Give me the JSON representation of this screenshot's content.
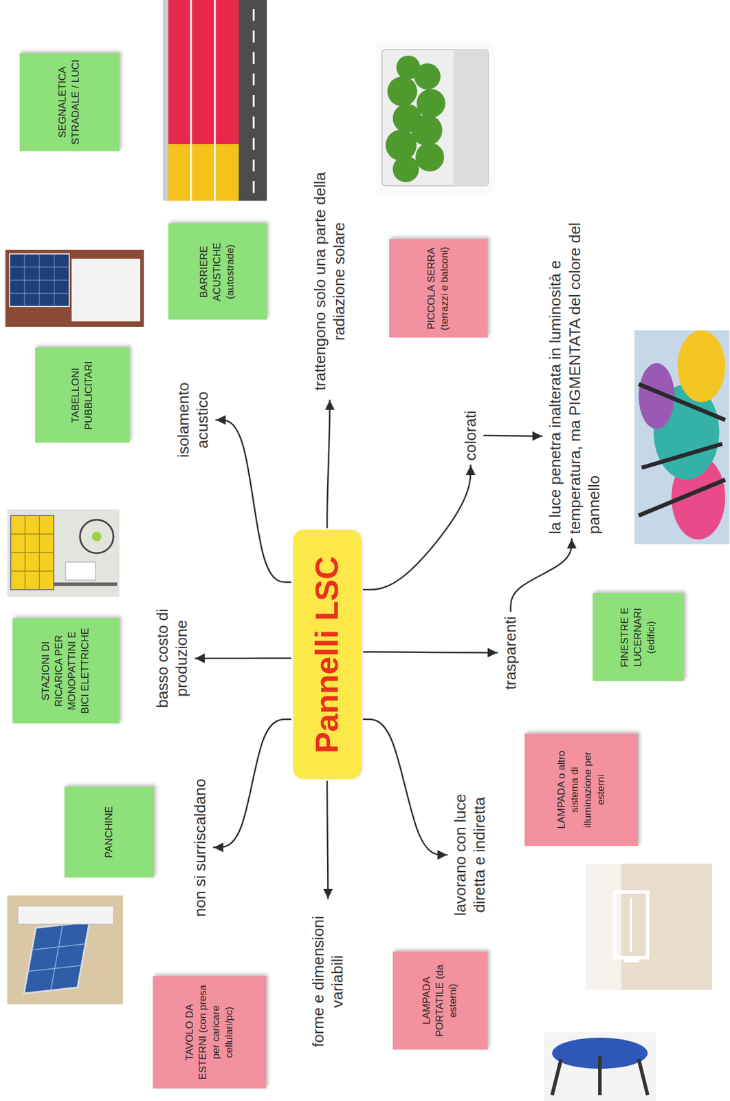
{
  "diagram": {
    "nodes": [
      {
        "text": [
          "Pannelli LSC"
        ]
      },
      {
        "text": [
          "isolamento acustico"
        ]
      },
      {
        "text": [
          "trattengono solo una parte della radiazione solare"
        ]
      },
      {
        "text": [
          "colorati"
        ]
      },
      {
        "text": [
          "la luce penetra inalterata in luminosità e temperatura, ma PIGMENTATA del colore del pannello"
        ]
      },
      {
        "text": [
          "trasparenti"
        ]
      },
      {
        "text": [
          "basso costo di produzione"
        ]
      },
      {
        "text": [
          "non si surriscaldano"
        ]
      },
      {
        "text": [
          "forme e dimensioni variabili"
        ]
      },
      {
        "text": [
          "lavorano con luce diretta e indiretta"
        ]
      },
      {
        "text": [
          "SEGNALETICA STRADALE / LUCI"
        ]
      },
      {
        "text": [
          "TABELLONI PUBBLICITARI"
        ]
      },
      {
        "text": [
          "BARRIERE ACUSTICHE (autostrade)"
        ]
      },
      {
        "text": [
          "STAZIONI DI RICARICA PER MONOPATTINI E BICI ELETTRICHE"
        ]
      },
      {
        "text": [
          "PANCHINE"
        ]
      },
      {
        "text": [
          "TAVOLO DA ESTERNI (con presa per caricare cellulari/pc)"
        ]
      },
      {
        "text": [
          "PICCOLA SERRA (terrazzi e balconi)"
        ]
      },
      {
        "text": [
          "FINESTRE E LUCERNARI (edifici)"
        ]
      },
      {
        "text": [
          "LAMPADA o altro sistema di illuminazione per esterni"
        ]
      },
      {
        "text": [
          "LAMPADA PORTATILE (da esterni)"
        ]
      }
    ],
    "edges": [
      {
        "from": 0,
        "to": 1,
        "arrow": "to"
      },
      {
        "from": 0,
        "to": 2,
        "arrow": "to"
      },
      {
        "from": 0,
        "to": 3,
        "arrow": "to"
      },
      {
        "from": 0,
        "to": 5,
        "arrow": "to"
      },
      {
        "from": 0,
        "to": 6,
        "arrow": "to"
      },
      {
        "from": 0,
        "to": 7,
        "arrow": "to"
      },
      {
        "from": 0,
        "to": 8,
        "arrow": "to"
      },
      {
        "from": 0,
        "to": 9,
        "arrow": "to"
      },
      {
        "from": 3,
        "to": 4,
        "arrow": "to"
      },
      {
        "from": 5,
        "to": 4,
        "arrow": "to"
      }
    ]
  }
}
